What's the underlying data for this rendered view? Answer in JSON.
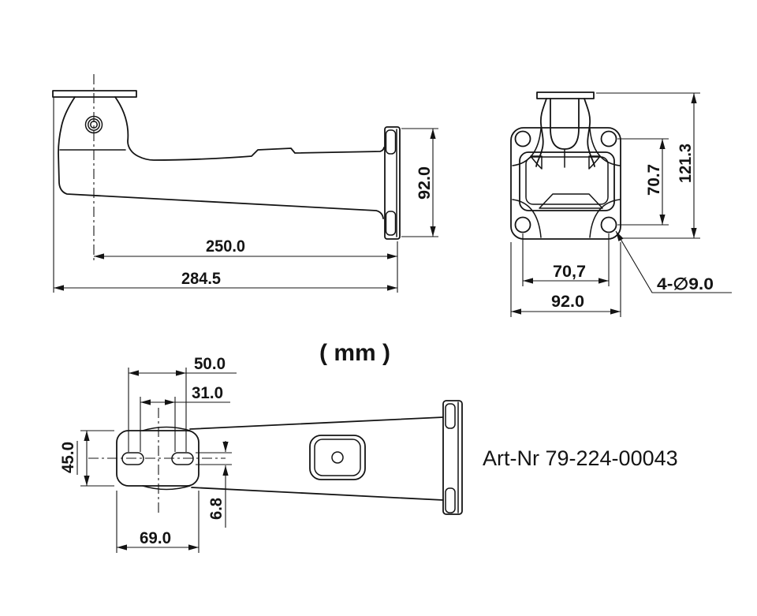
{
  "meta": {
    "units_label": "( mm )",
    "article_number": "Art-Nr 79-224-00043",
    "line_color": "#141414",
    "background_color": "#ffffff",
    "drawing_type": "wall-mount-bracket-dimension-drawing"
  },
  "side_view": {
    "dim_pivot_to_wall": "250.0",
    "dim_overall_length": "284.5",
    "dim_flange_height": "92.0"
  },
  "front_view": {
    "dim_hole_spacing_vertical": "70.7",
    "dim_overall_height": "121.3",
    "dim_hole_spacing_horizontal": "70,7",
    "dim_overall_width": "92.0",
    "label_mounting_holes": "4-∅9.0"
  },
  "top_view": {
    "dim_slot_span_outer": "50.0",
    "dim_slot_span_inner": "31.0",
    "dim_head_width": "45.0",
    "dim_slot_width": "6.8",
    "dim_head_length": "69.0"
  }
}
